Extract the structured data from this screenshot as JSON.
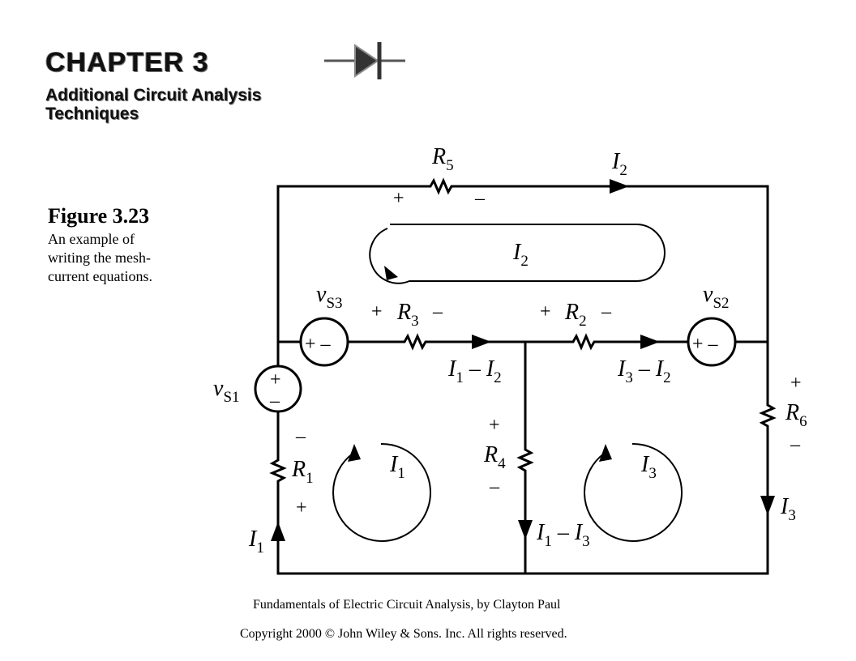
{
  "header": {
    "chapter": "CHAPTER 3",
    "subtitle_line1": "Additional Circuit Analysis",
    "subtitle_line2": "Techniques"
  },
  "caption": {
    "figure_number": "Figure 3.23",
    "text_line1": "An example of",
    "text_line2": "writing the mesh-",
    "text_line3": "current equations."
  },
  "circuit": {
    "R5": {
      "name": "R",
      "sub": "5"
    },
    "R3": {
      "name": "R",
      "sub": "3"
    },
    "R2": {
      "name": "R",
      "sub": "2"
    },
    "R4": {
      "name": "R",
      "sub": "4"
    },
    "R1": {
      "name": "R",
      "sub": "1"
    },
    "R6": {
      "name": "R",
      "sub": "6"
    },
    "vS3": {
      "name": "v",
      "sub": "S3"
    },
    "vS2": {
      "name": "v",
      "sub": "S2"
    },
    "vS1": {
      "name": "v",
      "sub": "S1"
    },
    "I2_top": {
      "name": "I",
      "sub": "2"
    },
    "I2_mesh": {
      "name": "I",
      "sub": "2"
    },
    "I1_mesh": {
      "name": "I",
      "sub": "1"
    },
    "I3_mesh": {
      "name": "I",
      "sub": "3"
    },
    "I1_left": {
      "name": "I",
      "sub": "1"
    },
    "I3_right": {
      "name": "I",
      "sub": "3"
    },
    "I1_minus_I2": {
      "a": "I",
      "a_sub": "1",
      "op": " – ",
      "b": "I",
      "b_sub": "2"
    },
    "I3_minus_I2": {
      "a": "I",
      "a_sub": "3",
      "op": " – ",
      "b": "I",
      "b_sub": "2"
    },
    "I1_minus_I3": {
      "a": "I",
      "a_sub": "1",
      "op": " – ",
      "b": "I",
      "b_sub": "3"
    },
    "plus": "+",
    "minus": "–",
    "source_sign": "+ –"
  },
  "footer": {
    "book": "Fundamentals of Electric Circuit Analysis, by Clayton Paul",
    "copyright": "Copyright 2000 © John Wiley & Sons. Inc. All rights reserved."
  }
}
